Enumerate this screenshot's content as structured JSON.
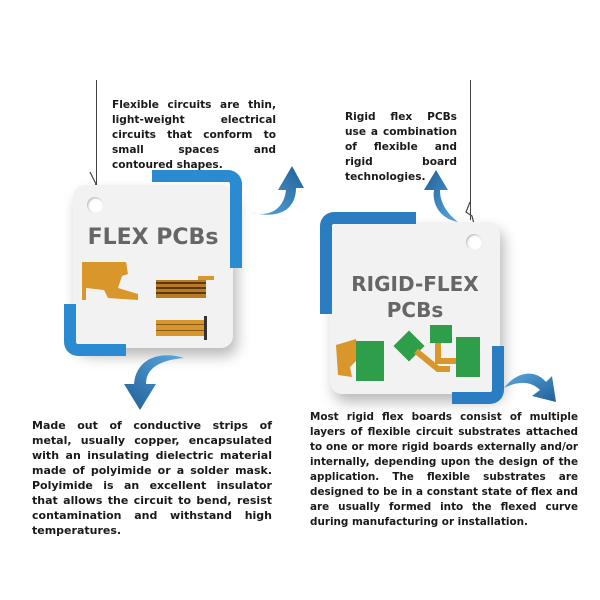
{
  "flex": {
    "caption_top": "Flexible circuits are thin, light-weight electrical circuits that conform to small spaces and contoured shapes.",
    "card_title": "FLEX PCBs",
    "caption_bottom": "Made out of conductive strips of metal, usually copper, encapsulated with an insulating dielectric material made of polyimide or a solder mask. Polyimide is an excellent insulator that allows the circuit to bend, resist contamination and withstand high temperatures."
  },
  "rigid_flex": {
    "caption_top": "Rigid flex PCBs use a combination of flexible and rigid board technologies.",
    "card_title_line1": "RIGID-FLEX",
    "card_title_line2": "PCBs",
    "caption_bottom": "Most rigid flex boards consist of multiple layers of flexible circuit substrates attached to one or more rigid boards externally and/or internally, depending upon the design of the application. The flexible substrates are designed to be in a constant state of flex and are usually formed into the flexed curve during manufacturing or installation."
  },
  "colors": {
    "accent_blue": "#2a8bd0",
    "dark_blue": "#1f5f96",
    "card_bg": "#f2f2f2",
    "title_gray": "#666666",
    "copper": "#d9962a",
    "pcb_green": "#2e9e4a"
  }
}
